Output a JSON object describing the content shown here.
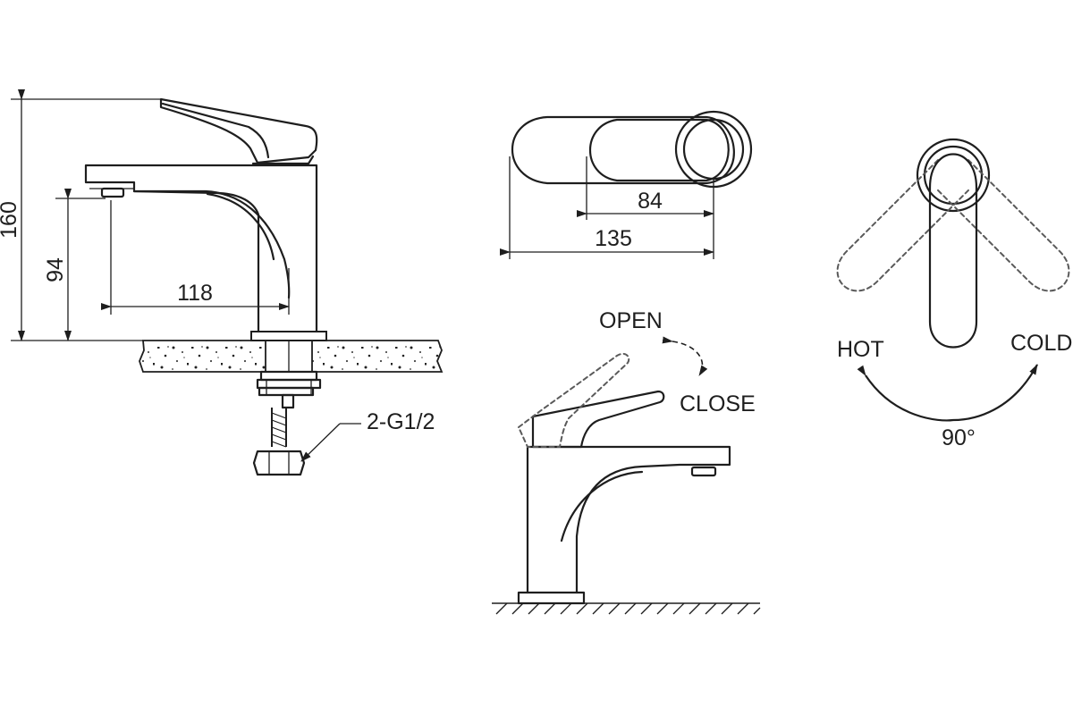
{
  "labels": {
    "total_height": "160",
    "spout_height": "94",
    "spout_reach": "118",
    "connection": "2-G1/2",
    "handle_length": "84",
    "total_length": "135",
    "open": "OPEN",
    "close": "CLOSE",
    "hot": "HOT",
    "cold": "COLD",
    "rotation": "90°"
  }
}
